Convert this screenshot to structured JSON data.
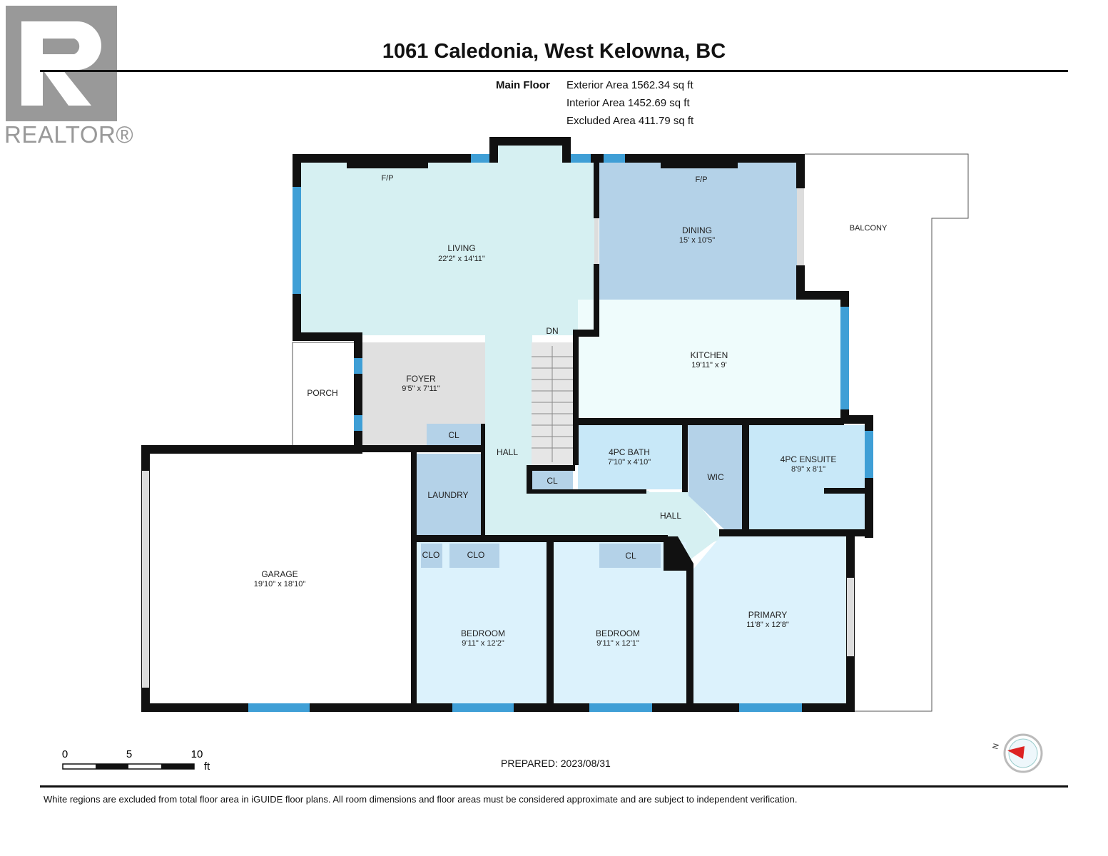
{
  "logo": {
    "text": "REALTOR®"
  },
  "header": {
    "title": "1061 Caledonia, West Kelowna, BC"
  },
  "areas": {
    "floor_label": "Main Floor",
    "exterior": "Exterior Area 1562.34 sq ft",
    "interior": "Interior Area 1452.69 sq ft",
    "excluded": "Excluded Area 411.79 sq ft"
  },
  "rooms": {
    "living": {
      "name": "LIVING",
      "dims": "22'2\" x 14'11\""
    },
    "dining": {
      "name": "DINING",
      "dims": "15' x 10'5\""
    },
    "kitchen": {
      "name": "KITCHEN",
      "dims": "19'11\" x 9'"
    },
    "foyer": {
      "name": "FOYER",
      "dims": "9'5\" x 7'11\""
    },
    "porch": {
      "name": "PORCH"
    },
    "balcony": {
      "name": "BALCONY"
    },
    "garage": {
      "name": "GARAGE",
      "dims": "19'10\" x 18'10\""
    },
    "laundry": {
      "name": "LAUNDRY"
    },
    "hall": {
      "name": "HALL"
    },
    "hall2": {
      "name": "HALL"
    },
    "bath": {
      "name": "4PC BATH",
      "dims": "7'10\" x 4'10\""
    },
    "wic": {
      "name": "WIC"
    },
    "ensuite": {
      "name": "4PC ENSUITE",
      "dims": "8'9\" x 8'1\""
    },
    "bedroom1": {
      "name": "BEDROOM",
      "dims": "9'11\" x 12'2\""
    },
    "bedroom2": {
      "name": "BEDROOM",
      "dims": "9'11\" x 12'1\""
    },
    "primary": {
      "name": "PRIMARY",
      "dims": "11'8\" x 12'8\""
    },
    "cl_foyer": {
      "name": "CL"
    },
    "cl_hall": {
      "name": "CL"
    },
    "clo1": {
      "name": "CLO"
    },
    "clo2": {
      "name": "CLO"
    },
    "cl_bed2": {
      "name": "CL"
    }
  },
  "labels": {
    "fp1": "F/P",
    "fp2": "F/P",
    "dn": "DN"
  },
  "scale": {
    "t0": "0",
    "t5": "5",
    "t10": "10",
    "unit": "ft"
  },
  "compass": {
    "label": "N"
  },
  "footer": {
    "prepared": "PREPARED: 2023/08/31",
    "disclaimer": "White regions are excluded from total floor area in iGUIDE floor plans. All room dimensions and floor areas must be considered approximate and are subject to independent verification."
  },
  "colors": {
    "wall": "#111111",
    "window": "#3f9fd6",
    "living": "#d6f0f2",
    "dining": "#b4d2e8",
    "kitchen": "#effcfc",
    "foyer": "#e0e0e0",
    "bedroom": "#dcf2fc",
    "bath": "#c8e8f8"
  }
}
